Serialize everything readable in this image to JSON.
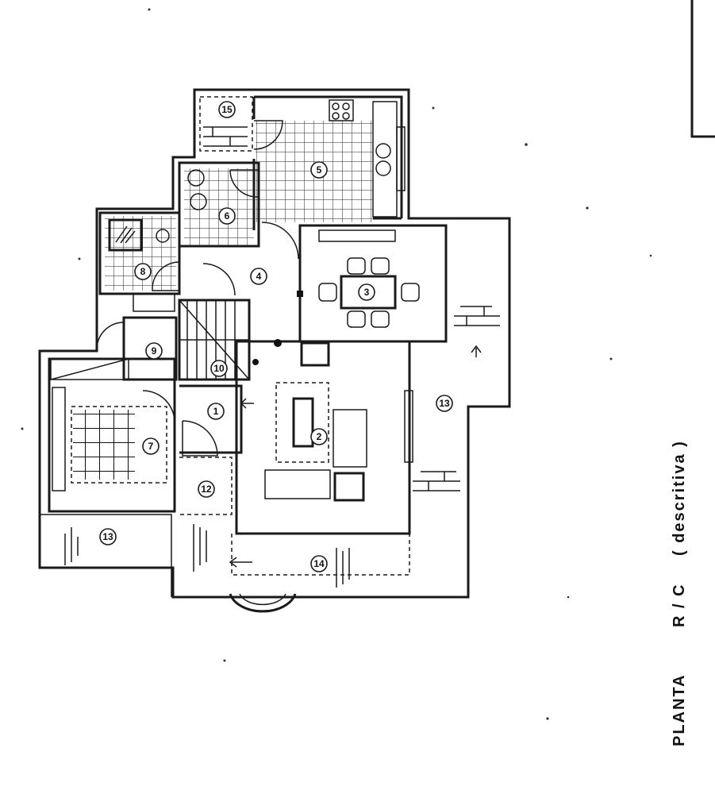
{
  "caption": {
    "title": "PLANTA",
    "code": "R / C",
    "subtitle": "( descritiva )"
  },
  "room_markers": [
    "1",
    "2",
    "3",
    "4",
    "5",
    "6",
    "7",
    "8",
    "9",
    "10",
    "12",
    "13",
    "13",
    "14",
    "15"
  ],
  "colors": {
    "ink": "#1a1a1a",
    "paper": "#ffffff"
  }
}
